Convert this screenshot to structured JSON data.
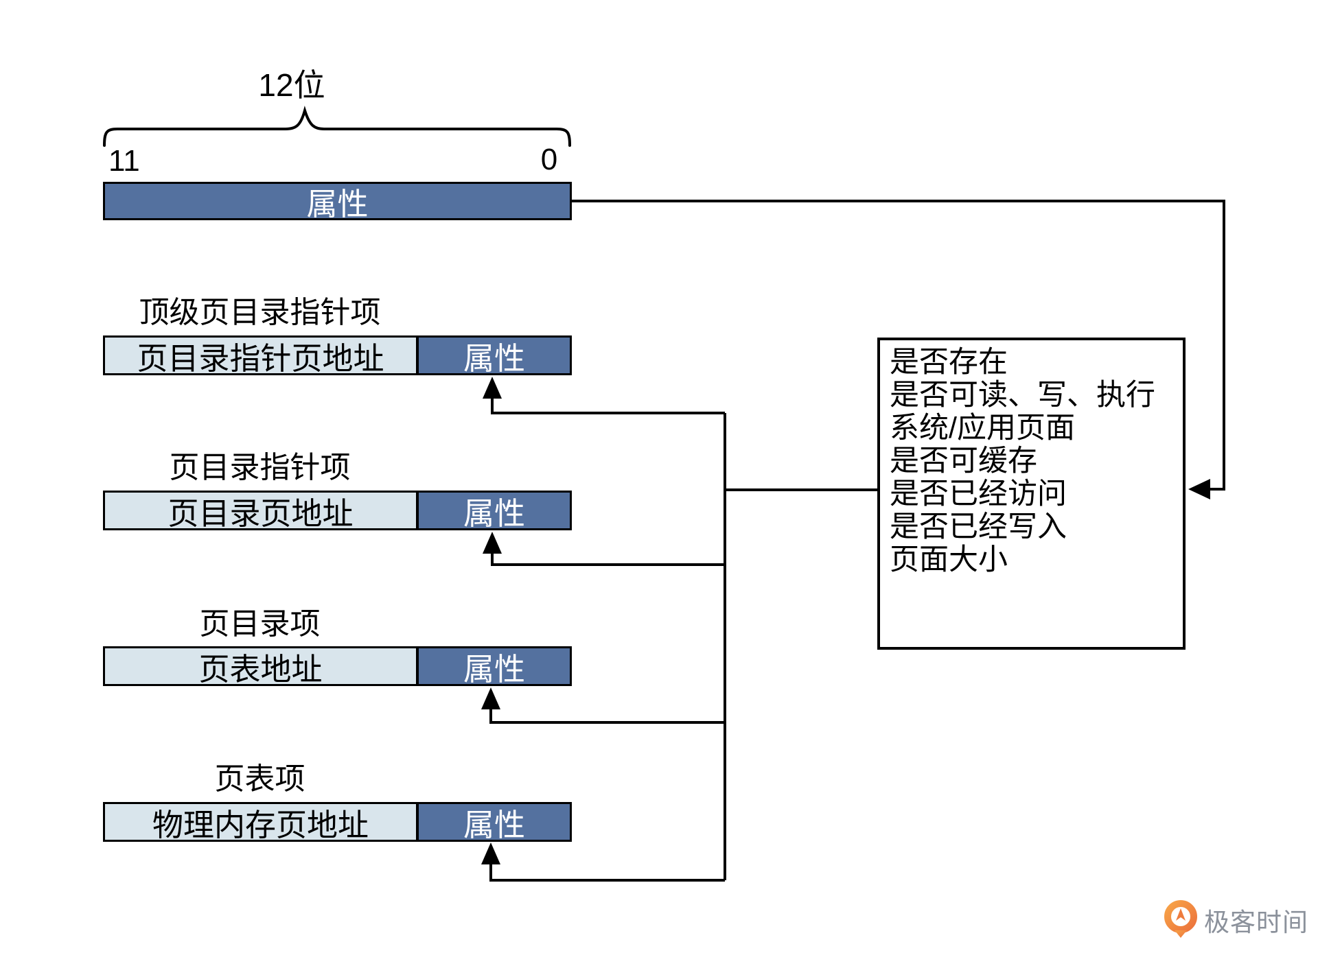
{
  "bits_header": {
    "width_label": "12位",
    "bit_high": "11",
    "bit_low": "0"
  },
  "top_bar": {
    "label": "属性"
  },
  "rows": [
    {
      "title": "顶级页目录指针项",
      "address_label": "页目录指针页地址",
      "attr_label": "属性"
    },
    {
      "title": "页目录指针项",
      "address_label": "页目录页地址",
      "attr_label": "属性"
    },
    {
      "title": "页目录项",
      "address_label": "页表地址",
      "attr_label": "属性"
    },
    {
      "title": "页表项",
      "address_label": "物理内存页地址",
      "attr_label": "属性"
    }
  ],
  "attribute_box": {
    "lines": [
      "是否存在",
      "是否可读、写、执行",
      "系统/应用页面",
      "是否可缓存",
      "是否已经访问",
      "是否已经写入",
      "页面大小"
    ]
  },
  "logo": {
    "text": "极客时间"
  },
  "colors": {
    "attr_fill": "#54719F",
    "address_fill": "#D9E5EC",
    "line_color": "#000000",
    "logo_orange": "#EE7C3D",
    "logo_text_gray": "#8B919B"
  }
}
